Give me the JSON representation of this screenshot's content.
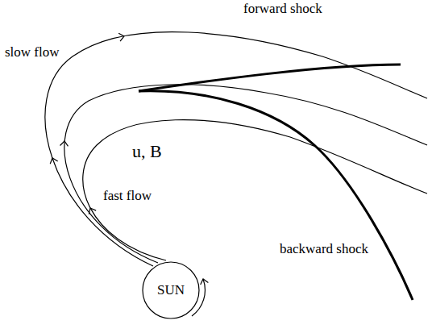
{
  "diagram": {
    "nodes": [
      {
        "text": [
          "SUN"
        ]
      }
    ],
    "labels": [
      "forward shock",
      "slow flow",
      "u, B",
      "fast flow",
      "backward shock"
    ]
  }
}
